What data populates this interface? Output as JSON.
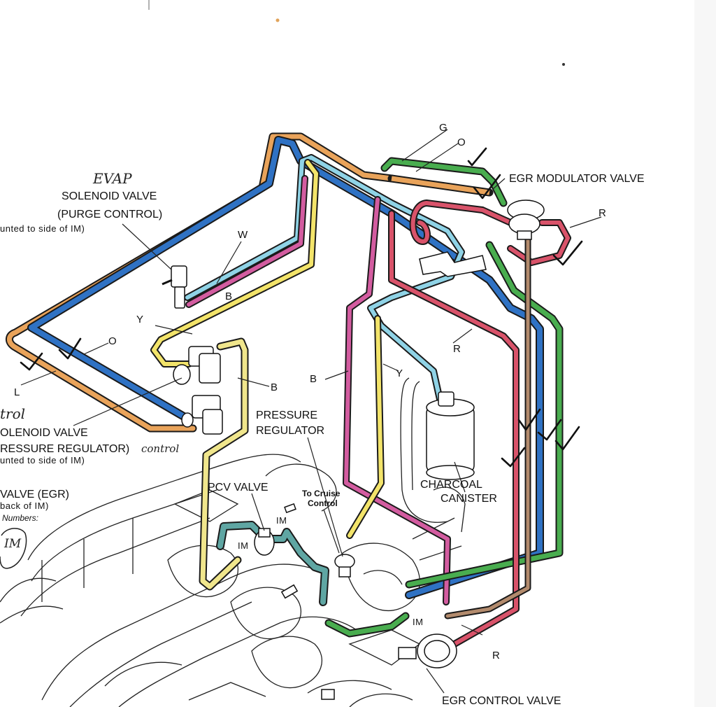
{
  "labels": {
    "evap": "EVAP",
    "solenoid_purge_line1": "SOLENOID VALVE",
    "solenoid_purge_line2": "(PURGE CONTROL)",
    "mounted_side_im_1": "unted to side of IM)",
    "w": "W",
    "b_upper": "B",
    "y_upper": "Y",
    "o_left": "O",
    "l": "L",
    "ctrl_hand": "trol",
    "solenoid_pr_line1": "OLENOID VALVE",
    "solenoid_pr_line2": "RESSURE REGULATOR)",
    "control_hand": "control",
    "mounted_side_im_2": "unted to side of IM)",
    "valve_egr": "VALVE (EGR)",
    "back_of_im": "back of IM)",
    "numbers": "Numbers:",
    "im_circle": "IM",
    "b_mid": "B",
    "pressure_reg_line1": "PRESSURE",
    "pressure_reg_line2": "REGULATOR",
    "b_center": "B",
    "y_center": "Y",
    "r_center": "R",
    "pcv_valve": "PCV VALVE",
    "to_cruise_line1": "To Cruise",
    "to_cruise_line2": "Control",
    "im_a": "IM",
    "im_b": "IM",
    "im_c": "IM",
    "charcoal_line1": "CHARCOAL",
    "charcoal_line2": "CANISTER",
    "g": "G",
    "o_top": "O",
    "egr_mod": "EGR MODULATOR VALVE",
    "r_top": "R",
    "r_bottom": "R",
    "egr_control": "EGR CONTROL VALVE"
  },
  "hose_colors": {
    "blue": "#2f72c4",
    "orange": "#e9a35a",
    "light_blue": "#8fd3e6",
    "magenta": "#d35ca0",
    "yellow": "#f3e46a",
    "pale_yellow": "#f0e68c",
    "green": "#49ad4f",
    "red": "#d9536a",
    "tan": "#b38b6d",
    "teal": "#5fa6a3"
  }
}
